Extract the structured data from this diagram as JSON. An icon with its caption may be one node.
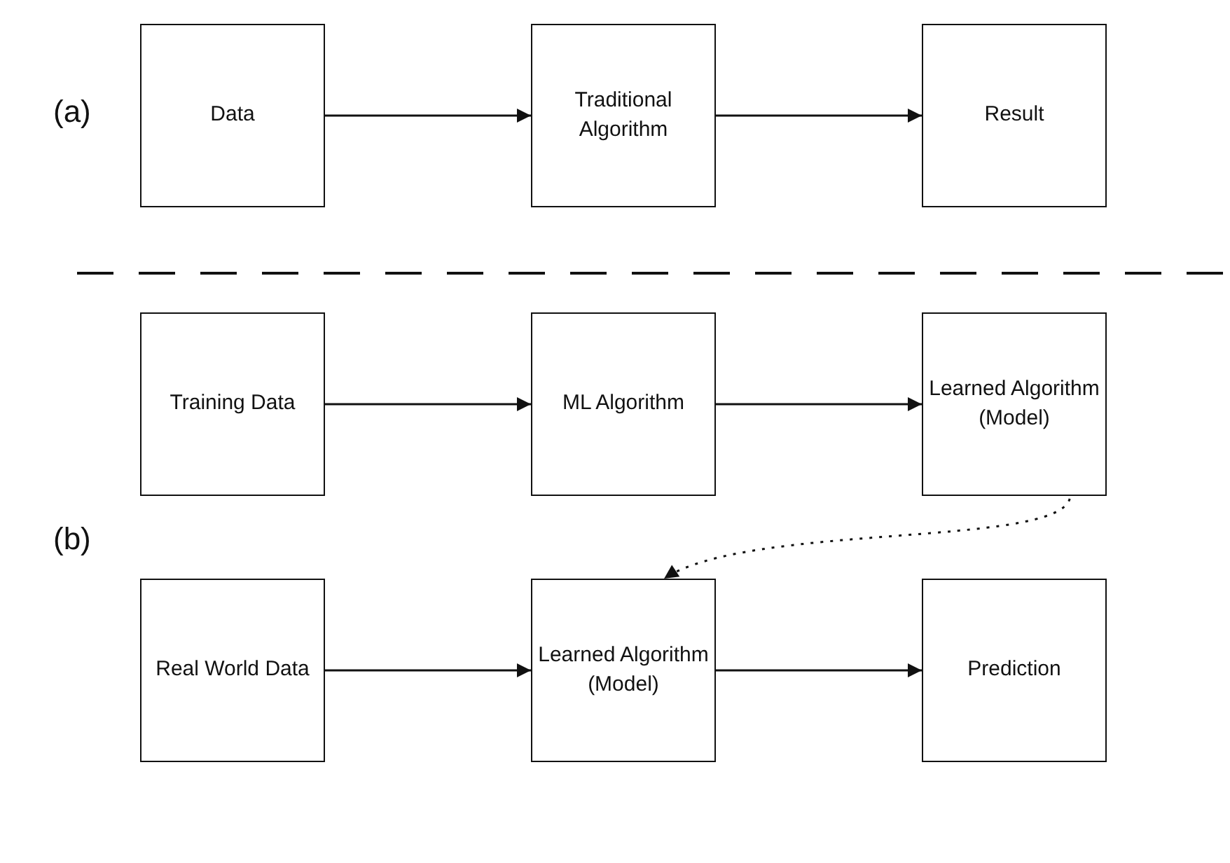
{
  "diagram": {
    "nodes": [
      {
        "text": [
          "Data"
        ]
      },
      {
        "text": [
          "Traditional Algorithm"
        ]
      },
      {
        "text": [
          "Result"
        ]
      },
      {
        "text": [
          "Training Data"
        ]
      },
      {
        "text": [
          "ML Algorithm"
        ]
      },
      {
        "text": [
          "Learned Algorithm (Model)"
        ]
      },
      {
        "text": [
          "Real World Data"
        ]
      },
      {
        "text": [
          "Learned Algorithm (Model)"
        ]
      },
      {
        "text": [
          "Prediction"
        ]
      }
    ],
    "edges": [
      {
        "from": 0,
        "to": 1,
        "arrow": "to"
      },
      {
        "from": 1,
        "to": 2,
        "arrow": "to"
      },
      {
        "from": 3,
        "to": 4,
        "arrow": "to"
      },
      {
        "from": 4,
        "to": 5,
        "arrow": "to"
      },
      {
        "from": 5,
        "to": 7,
        "arrow": "to",
        "style": "dashed"
      },
      {
        "from": 6,
        "to": 7,
        "arrow": "to"
      },
      {
        "from": 7,
        "to": 8,
        "arrow": "to"
      }
    ],
    "labels": [
      "(a)",
      "(b)"
    ]
  }
}
